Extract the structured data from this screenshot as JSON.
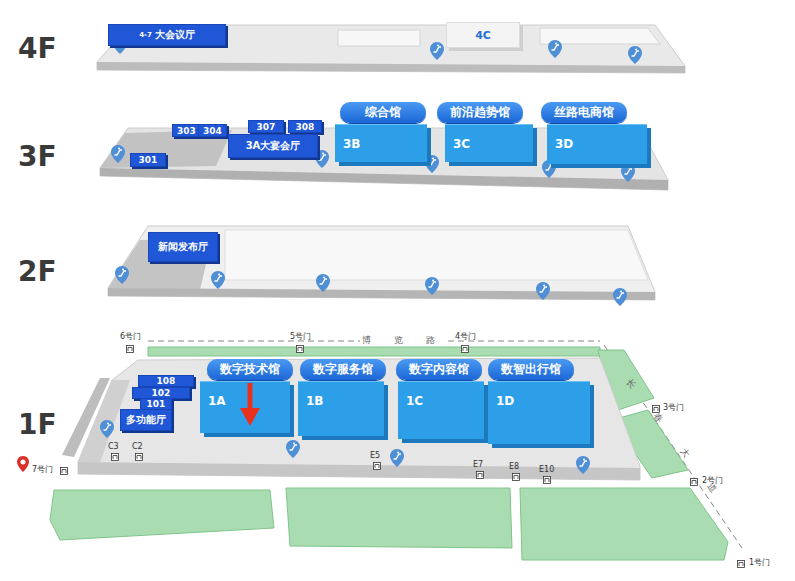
{
  "diagram": {
    "nodes": [
      {
        "text": [
          "4-7",
          "大会议厅"
        ]
      },
      {
        "text": [
          "4C"
        ]
      },
      {
        "text": [
          "301"
        ]
      },
      {
        "text": [
          "303"
        ]
      },
      {
        "text": [
          "304"
        ]
      },
      {
        "text": [
          "307"
        ]
      },
      {
        "text": [
          "308"
        ]
      },
      {
        "text": [
          "3A大宴会厅"
        ]
      },
      {
        "text": [
          "综合馆"
        ]
      },
      {
        "text": [
          "3B"
        ]
      },
      {
        "text": [
          "前沿趋势馆"
        ]
      },
      {
        "text": [
          "3C"
        ]
      },
      {
        "text": [
          "丝路电商馆"
        ]
      },
      {
        "text": [
          "3D"
        ]
      },
      {
        "text": [
          "新闻发布厅"
        ]
      },
      {
        "text": [
          "108"
        ]
      },
      {
        "text": [
          "102"
        ]
      },
      {
        "text": [
          "101"
        ]
      },
      {
        "text": [
          "多功能厅"
        ]
      },
      {
        "text": [
          "数字技术馆"
        ]
      },
      {
        "text": [
          "1A"
        ]
      },
      {
        "text": [
          "数字服务馆"
        ]
      },
      {
        "text": [
          "1B"
        ]
      },
      {
        "text": [
          "数字内容馆"
        ]
      },
      {
        "text": [
          "1C"
        ]
      },
      {
        "text": [
          "数智出行馆"
        ]
      },
      {
        "text": [
          "1D"
        ]
      }
    ],
    "labels": [
      "4F",
      "3F",
      "2F",
      "1F",
      "6号门",
      "5号门",
      "4号门",
      "博 览 路",
      "长 春 大 道",
      "3号门",
      "2号门",
      "1号门",
      "7号门",
      "C3",
      "C2",
      "E5",
      "E7",
      "E8",
      "E10"
    ]
  }
}
